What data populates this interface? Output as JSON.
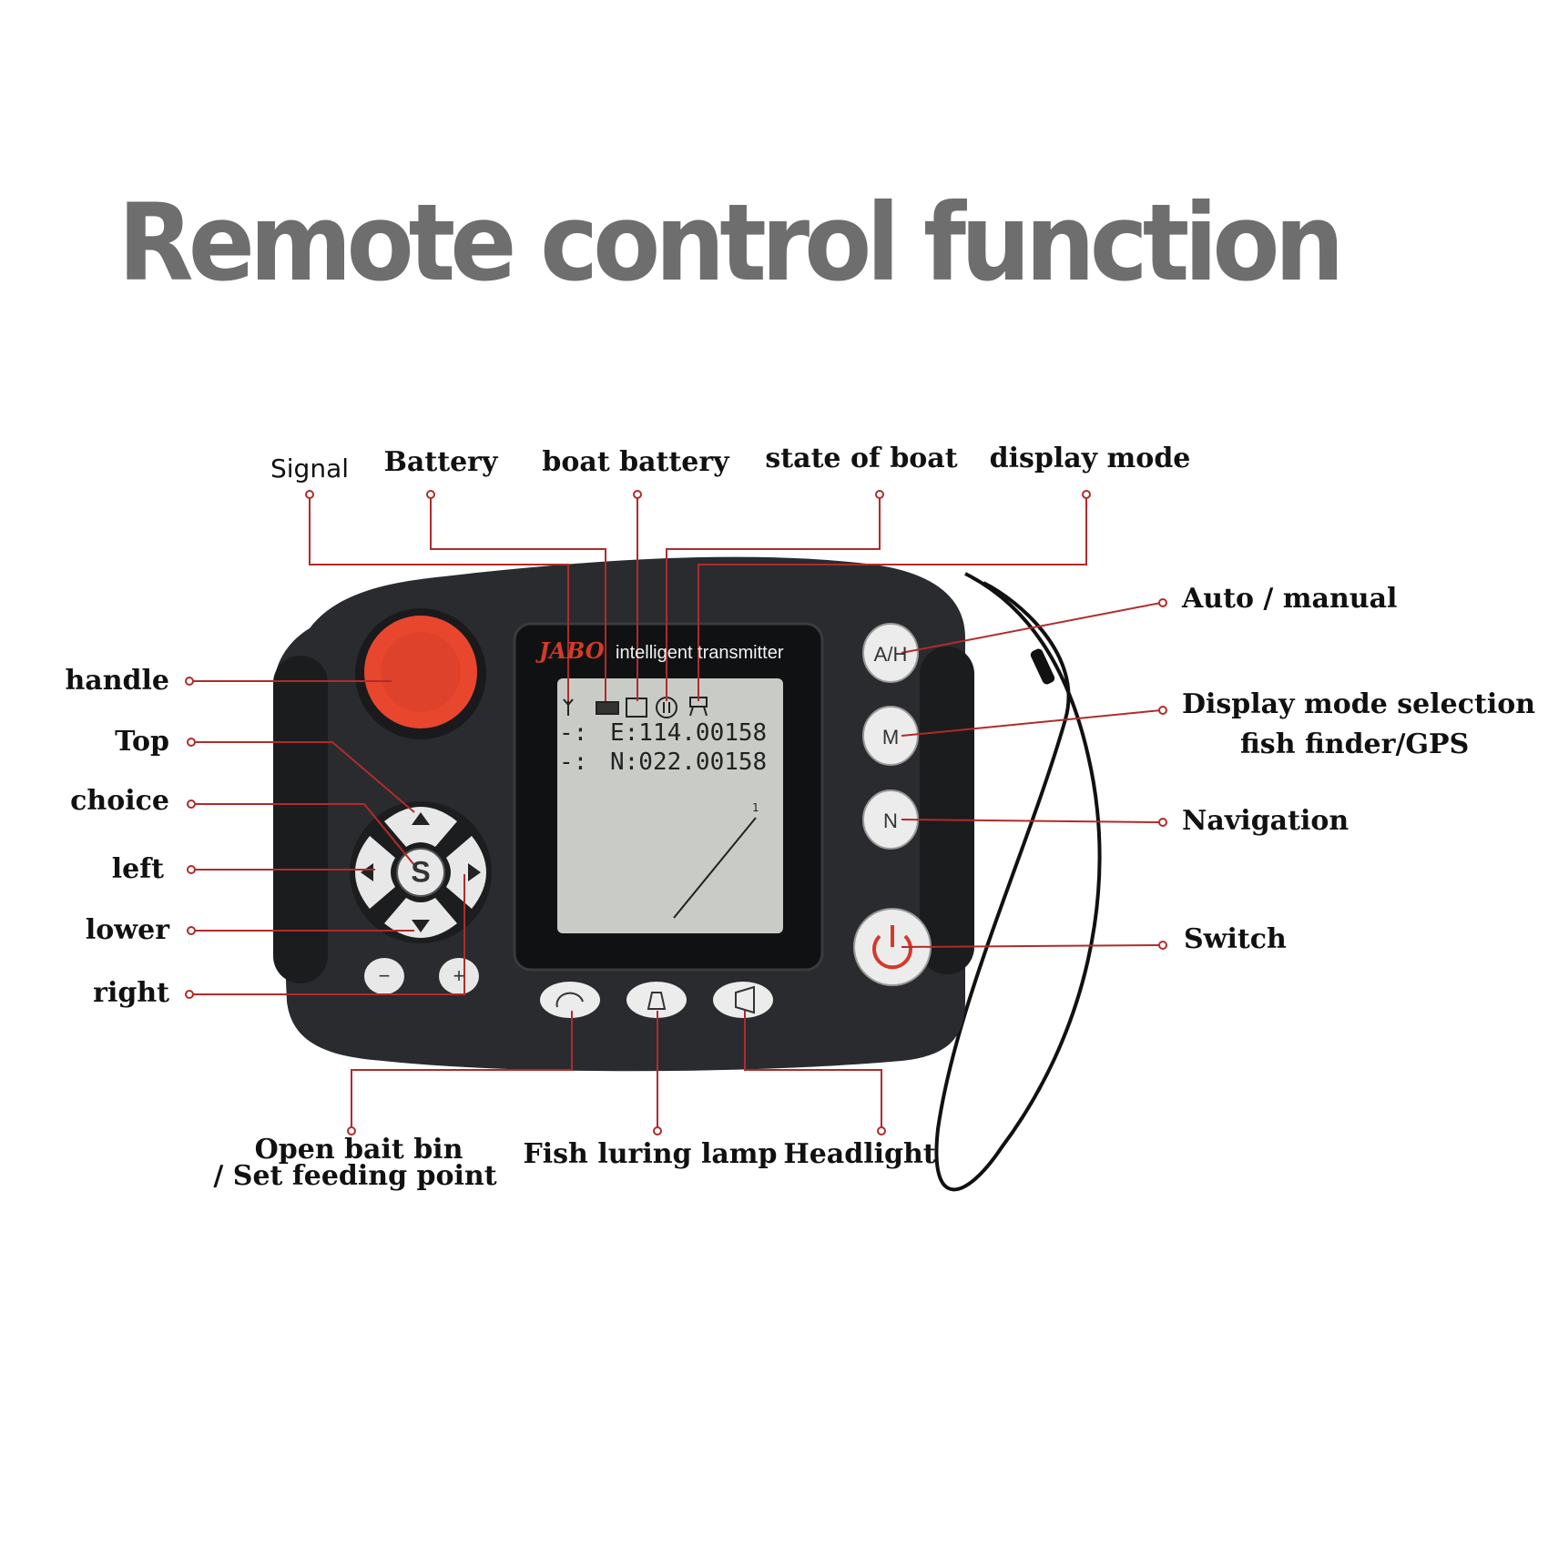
{
  "title": "Remote control function",
  "colors": {
    "title": "#6e6e6e",
    "callout_line": "#b12b2b",
    "device_body": "#2a2b2e",
    "handle": "#e8472e",
    "screen": "#c9ccc6"
  },
  "top_labels": {
    "signal": "Signal",
    "battery": "Battery",
    "boat_battery": "boat battery",
    "state_of_boat": "state of boat",
    "display_mode": "display mode"
  },
  "left_labels": {
    "handle": "handle",
    "top": "Top",
    "choice": "choice",
    "left": "left",
    "lower": "lower",
    "right": "right"
  },
  "right_labels": {
    "auto_manual": "Auto / manual",
    "display_mode_selection": "Display mode selection",
    "fish_finder_gps": "fish finder/GPS",
    "navigation": "Navigation",
    "switch": "Switch"
  },
  "bottom_labels": {
    "open_bait_bin": "Open bait bin",
    "set_feeding_point": "/ Set feeding point",
    "fish_luring_lamp": "Fish luring lamp",
    "headlight": "Headlight"
  },
  "device": {
    "brand": "JABO",
    "subtitle": "intelligent transmitter",
    "line1_prefix": "-:",
    "line1": "E:114.00158",
    "line2_prefix": "-:",
    "line2": "N:022.00158",
    "track_point_label": "1",
    "buttons": {
      "ah": "A/H",
      "m": "M",
      "n": "N",
      "s": "S",
      "minus": "−",
      "plus": "+"
    }
  },
  "icons": [
    "signal-icon",
    "battery-icon",
    "boat-battery-icon",
    "boat-state-icon",
    "display-mode-icon",
    "rotate-icon",
    "lamp-icon",
    "headlight-icon",
    "power-icon",
    "arrow-up-icon",
    "arrow-down-icon",
    "arrow-left-icon",
    "arrow-right-icon"
  ]
}
